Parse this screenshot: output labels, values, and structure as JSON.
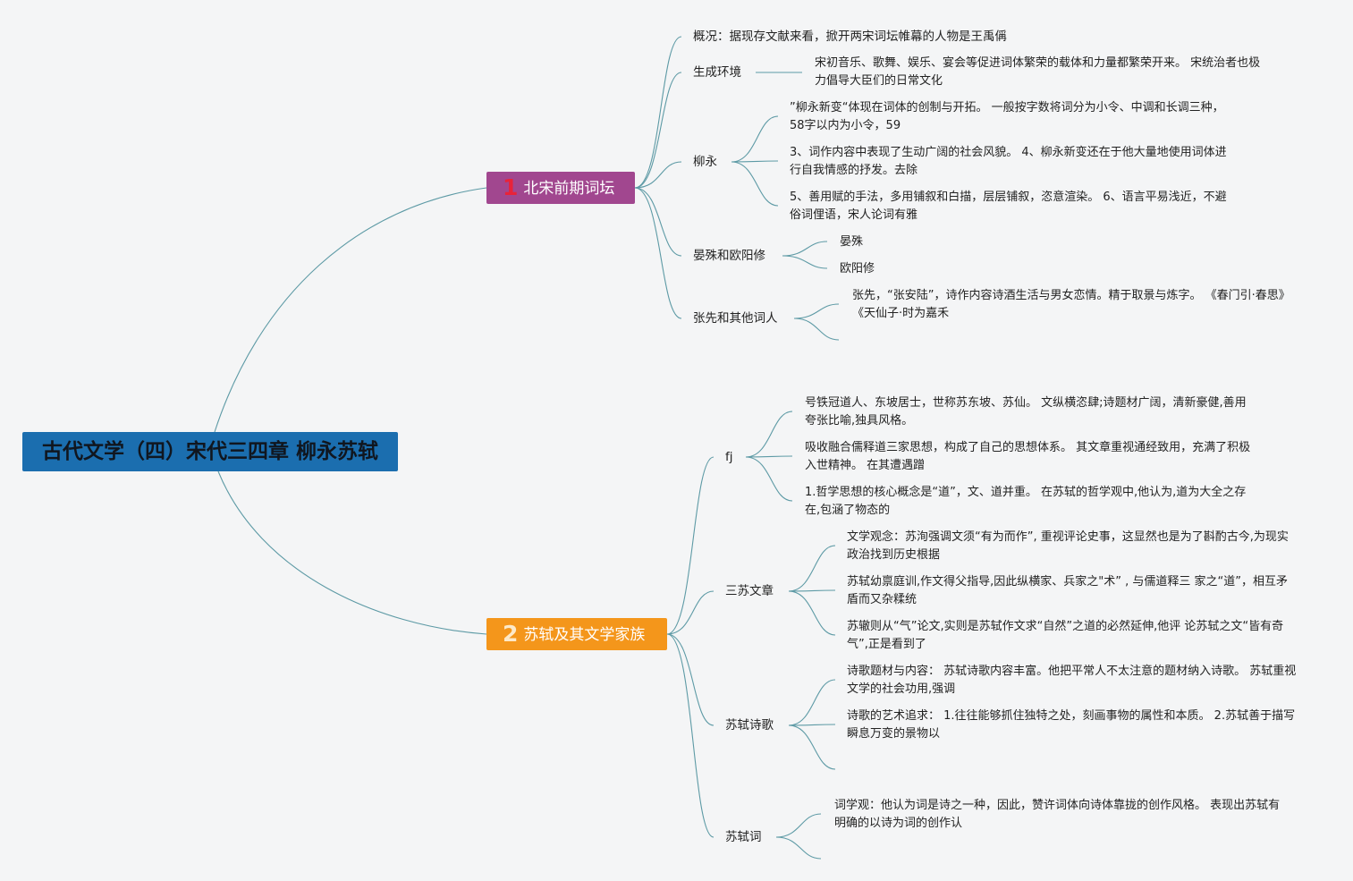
{
  "root": {
    "title": "古代文学（四）宋代三四章 柳永苏轼"
  },
  "branches": [
    {
      "number": "1",
      "label": "北宋前期词坛",
      "color": "#a1478f",
      "children": [
        {
          "label": "概况：据现存文献来看，掀开两宋词坛帷幕的人物是王禹偁",
          "leaves": []
        },
        {
          "label": "生成环境",
          "leaves": [
            "宋初音乐、歌舞、娱乐、宴会等促进词体繁荣的载体和力量都繁荣开来。 宋统治者也极力倡导大臣们的日常文化"
          ]
        },
        {
          "label": "柳永",
          "leaves": [
            "”柳永新变“体现在词体的创制与开拓。 一般按字数将词分为小令、中调和长调三种，58字以内为小令，59",
            "3、词作内容中表现了生动广阔的社会风貌。 4、柳永新变还在于他大量地使用词体进行自我情感的抒发。去除",
            "5、善用赋的手法，多用铺叙和白描，层层铺叙，恣意渲染。 6、语言平易浅近，不避俗词俚语，宋人论词有雅"
          ]
        },
        {
          "label": "晏殊和欧阳修",
          "leaves": [
            "晏殊",
            "欧阳修"
          ]
        },
        {
          "label": "张先和其他词人",
          "leaves": [
            "张先，“张安陆”，诗作内容诗酒生活与男女恋情。精于取景与炼字。 《春门引·春思》 《天仙子·时为嘉禾"
          ]
        }
      ]
    },
    {
      "number": "2",
      "label": "苏轼及其文学家族",
      "color": "#f4961b",
      "children": [
        {
          "label": "fj",
          "leaves": [
            "号铁冠道人、东坡居士，世称苏东坡、苏仙。 文纵横恣肆;诗题材广阔，清新豪健,善用夸张比喻,独具风格。",
            "吸收融合儒释道三家思想，构成了自己的思想体系。 其文章重视通经致用，充满了积极入世精神。 在其遭遇蹭",
            "1.哲学思想的核心概念是“道”，文、道并重。 在苏轼的哲学观中,他认为,道为大全之存在,包涵了物态的"
          ]
        },
        {
          "label": "三苏文章",
          "leaves": [
            "文学观念：苏洵强调文须“有为而作”, 重视评论史事，这显然也是为了斟酌古今,为现实政治找到历史根据",
            "苏轼幼禀庭训,作文得父指导,因此纵横家、兵家之\"术” , 与儒道释三 家之“道”，相互矛盾而又杂糅统",
            "苏辙则从“气”论文,实则是苏轼作文求“自然”之道的必然延伸,他评 论苏轼之文“皆有奇气”,正是看到了"
          ]
        },
        {
          "label": "苏轼诗歌",
          "leaves": [
            "诗歌题材与内容： 苏轼诗歌内容丰富。他把平常人不太注意的题材纳入诗歌。 苏轼重视文学的社会功用,强调",
            "诗歌的艺术追求： 1.往往能够抓住独特之处，刻画事物的属性和本质。 2.苏轼善于描写瞬息万变的景物以"
          ]
        },
        {
          "label": "苏轼词",
          "leaves": [
            "词学观：他认为词是诗之一种，因此，赞许词体向诗体靠拢的创作风格。 表现出苏轼有明确的以诗为词的创作认"
          ]
        }
      ]
    }
  ],
  "colors": {
    "root": "#1b6eaf",
    "link": "#5d9aa5",
    "background": "#f4f5f6"
  }
}
